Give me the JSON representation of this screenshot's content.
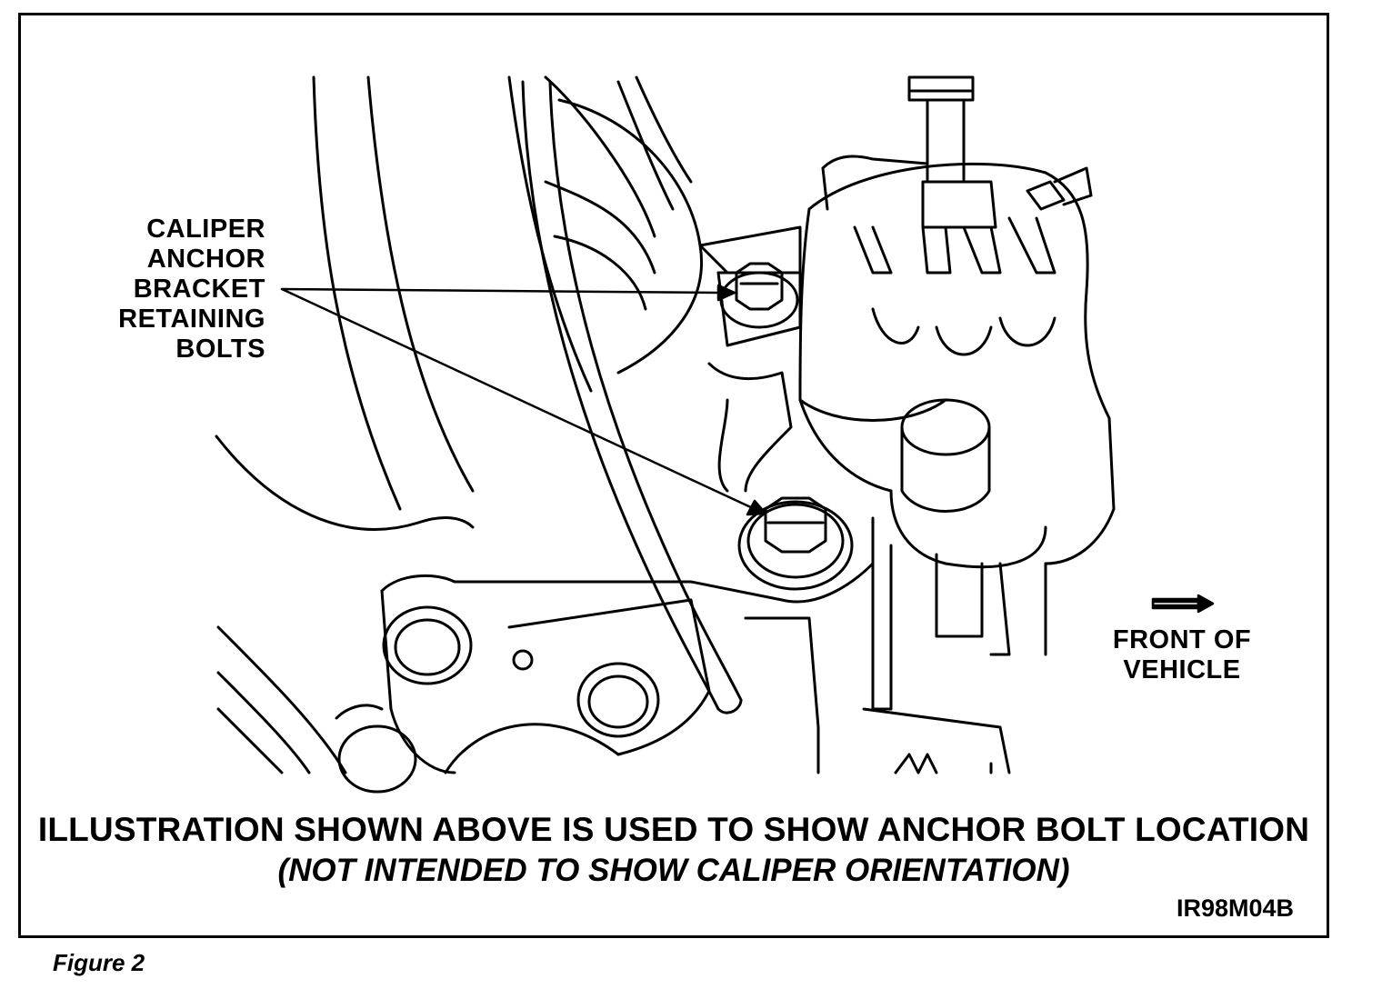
{
  "callouts": {
    "anchor_bolts": [
      "CALIPER",
      "ANCHOR",
      "BRACKET",
      "RETAINING",
      "BOLTS"
    ],
    "front_of_vehicle": [
      "FRONT OF",
      "VEHICLE"
    ]
  },
  "caption": {
    "main": "ILLUSTRATION SHOWN ABOVE IS USED TO SHOW ANCHOR BOLT LOCATION",
    "note": "(NOT INTENDED TO SHOW CALIPER ORIENTATION)"
  },
  "illustration_code": "IR98M04B",
  "figure_label": "Figure 2",
  "colors": {
    "line": "#000000",
    "background": "#ffffff"
  }
}
